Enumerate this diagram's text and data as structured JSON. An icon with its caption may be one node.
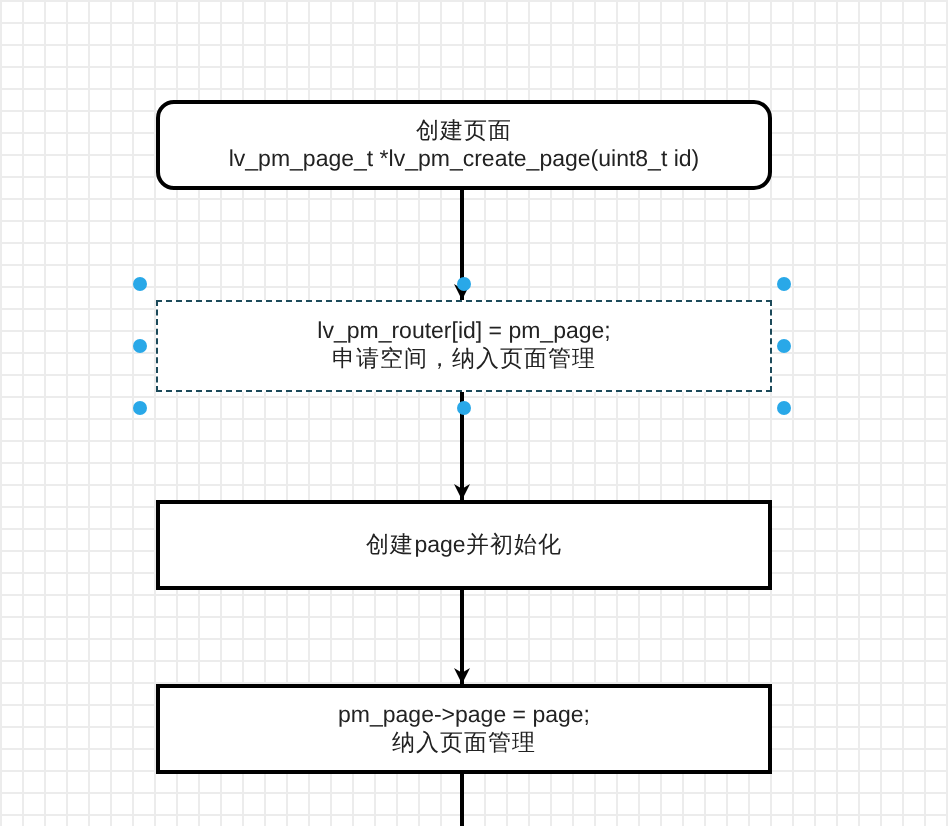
{
  "diagram": {
    "nodes": [
      {
        "text": [
          "创建页面",
          "lv_pm_page_t *lv_pm_create_page(uint8_t id)"
        ]
      },
      {
        "text": [
          "lv_pm_router[id] = pm_page;",
          "申请空间，纳入页面管理"
        ]
      },
      {
        "text": [
          "创建page并初始化"
        ]
      },
      {
        "text": [
          "pm_page->page = page;",
          "纳入页面管理"
        ]
      }
    ],
    "edges": [
      {
        "from": 0,
        "to": 1,
        "arrow": "to"
      },
      {
        "from": 1,
        "to": 2,
        "arrow": "to"
      },
      {
        "from": 2,
        "to": 3,
        "arrow": "to"
      },
      {
        "from": 3,
        "to": null,
        "arrow": "none"
      }
    ]
  }
}
